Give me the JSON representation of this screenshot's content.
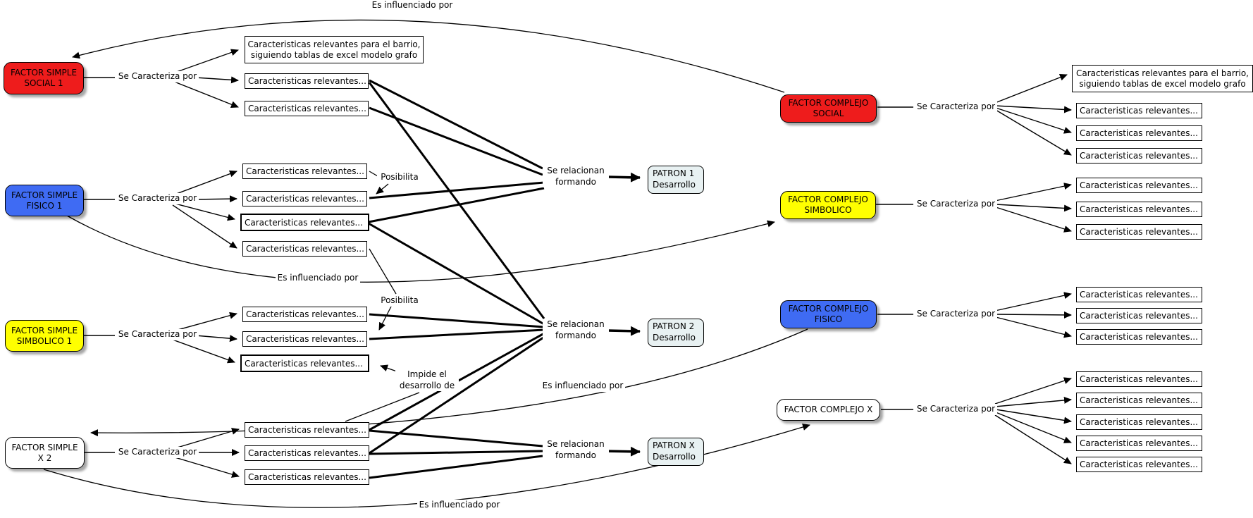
{
  "labels": {
    "caracteriza": "Se Caracteriza por",
    "relacionan": "Se relacionan formando",
    "influenciado": "Es influenciado por",
    "posibilita": "Posibilita",
    "impide": "Impide el desarrollo de"
  },
  "colors": {
    "social": "#ee1c1c",
    "fisico": "#3f6bf3",
    "simbolico": "#ffff00",
    "generic": "#ffffff",
    "patron_fill": "#e8f1f2"
  },
  "simple_factors": [
    {
      "label": "FACTOR SIMPLE SOCIAL 1",
      "fill": "#ee1c1c"
    },
    {
      "label": "FACTOR SIMPLE FISICO 1",
      "fill": "#3f6bf3"
    },
    {
      "label": "FACTOR SIMPLE SIMBOLICO 1",
      "fill": "#ffff00"
    },
    {
      "label": "FACTOR SIMPLE X 2",
      "fill": "#ffffff"
    }
  ],
  "complex_factors": [
    {
      "label": "FACTOR COMPLEJO SOCIAL",
      "fill": "#ee1c1c"
    },
    {
      "label": "FACTOR COMPLEJO SIMBOLICO",
      "fill": "#ffff00"
    },
    {
      "label": "FACTOR COMPLEJO FISICO",
      "fill": "#3f6bf3"
    },
    {
      "label": "FACTOR COMPLEJO X",
      "fill": "#ffffff"
    }
  ],
  "patterns": [
    {
      "name": "PATRON 1",
      "sub": "Desarrollo"
    },
    {
      "name": "PATRON 2",
      "sub": "Desarrollo"
    },
    {
      "name": "PATRON X",
      "sub": "Desarrollo"
    }
  ],
  "left_characteristics": {
    "social": [
      "Caracteristicas relevantes para el barrio, siguiendo tablas de excel modelo grafo",
      "Caracteristicas relevantes...",
      "Caracteristicas relevantes..."
    ],
    "fisico": [
      "Caracteristicas relevantes...",
      "Caracteristicas relevantes...",
      "Caracteristicas relevantes...",
      "Caracteristicas relevantes..."
    ],
    "simbolico": [
      "Caracteristicas relevantes...",
      "Caracteristicas relevantes...",
      "Caracteristicas relevantes..."
    ],
    "x2": [
      "Caracteristicas relevantes...",
      "Caracteristicas relevantes...",
      "Caracteristicas relevantes..."
    ]
  },
  "right_characteristics": {
    "social": [
      "Caracteristicas relevantes para el barrio, siguiendo tablas de excel modelo grafo",
      "Caracteristicas relevantes...",
      "Caracteristicas relevantes...",
      "Caracteristicas relevantes..."
    ],
    "simbolico": [
      "Caracteristicas relevantes...",
      "Caracteristicas relevantes...",
      "Caracteristicas relevantes..."
    ],
    "fisico": [
      "Caracteristicas relevantes...",
      "Caracteristicas relevantes...",
      "Caracteristicas relevantes..."
    ],
    "x": [
      "Caracteristicas relevantes...",
      "Caracteristicas relevantes...",
      "Caracteristicas relevantes...",
      "Caracteristicas relevantes...",
      "Caracteristicas relevantes..."
    ]
  }
}
